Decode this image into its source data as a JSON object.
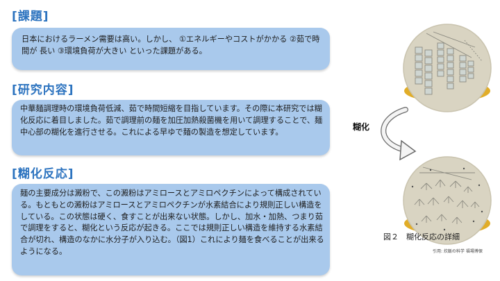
{
  "sections": {
    "issue": {
      "heading": "[課題]",
      "text": "日本におけるラーメン需要は高い。しかし、 ①エネルギーやコストがかかる ②茹で時間が 長い ③環境負荷が大きい といった課題がある。"
    },
    "research": {
      "heading": "[研究内容]",
      "text": "中華麺調理時の環境負荷低減、茹で時間短縮を目指しています。その際に本研究では糊化反応に着目しました。茹で調理前の麺を加圧加熱殺菌機を用いて調理することで、麺中心部の糊化を進行させる。これによる早ゆで麺の製造を想定しています。"
    },
    "gelatinization": {
      "heading": "[糊化反応]",
      "text": "麺の主要成分は澱粉で、この澱粉はアミロースとアミロペクチンによって構成されている。もともとの澱粉はアミロースとアミロペクチンが水素結合により規則正しい構造をしている。この状態は硬く、食すことが出来ない状態。しかし、加水・加熱、つまり茹で調理をすると、糊化という反応が起きる。ここでは規則正しい構造を維持する水素結合が切れ、構造のなかに水分子が入り込む。（図1）これにより麺を食べることが出来るようになる。"
    }
  },
  "figure": {
    "arrow_label": "糊化",
    "caption": "図２　糊化反応の詳細",
    "source": "引用: 炊飯の科学 福場博保"
  },
  "colors": {
    "heading": "#2c73bf",
    "box": "#a9c9ec",
    "plate": "#d9d4c2"
  }
}
